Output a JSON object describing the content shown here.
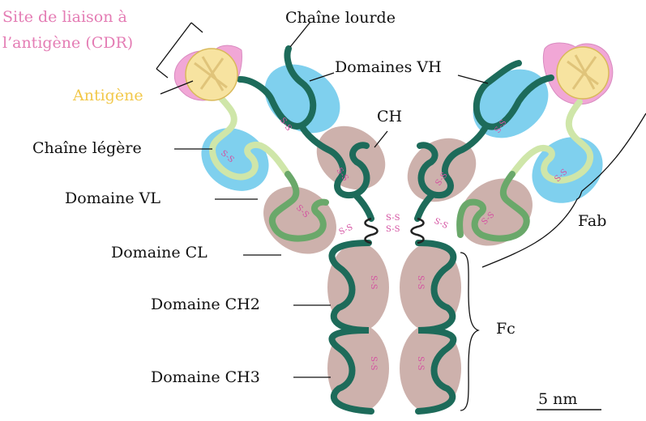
{
  "labels": {
    "cdr_line1": "Site de liaison à",
    "cdr_line2": "l’antigène (CDR)",
    "antigen": "Antigène",
    "heavy_chain": "Chaîne lourde",
    "vh_domains": "Domaines VH",
    "ch": "CH",
    "light_chain": "Chaîne légère",
    "vl_domain": "Domaine VL",
    "cl_domain": "Domaine CL",
    "ch2_domain": "Domaine CH2",
    "ch3_domain": "Domaine CH3",
    "fab": "Fab",
    "fc": "Fc",
    "scale": "5 nm"
  },
  "bond_label": "S-S",
  "colors": {
    "heavy_chain": "#1d6b5a",
    "light_chain_dark": "#6aa86a",
    "light_chain_light": "#cfe6a9",
    "variable_domain": "#7fd0ee",
    "constant_domain": "#cdb1ac",
    "cdr": "#f1a7d6",
    "antigen": "#f7e3a0",
    "bond": "#d44fa0",
    "label_pink": "#e47cb4",
    "label_yellow": "#f2c84a"
  }
}
